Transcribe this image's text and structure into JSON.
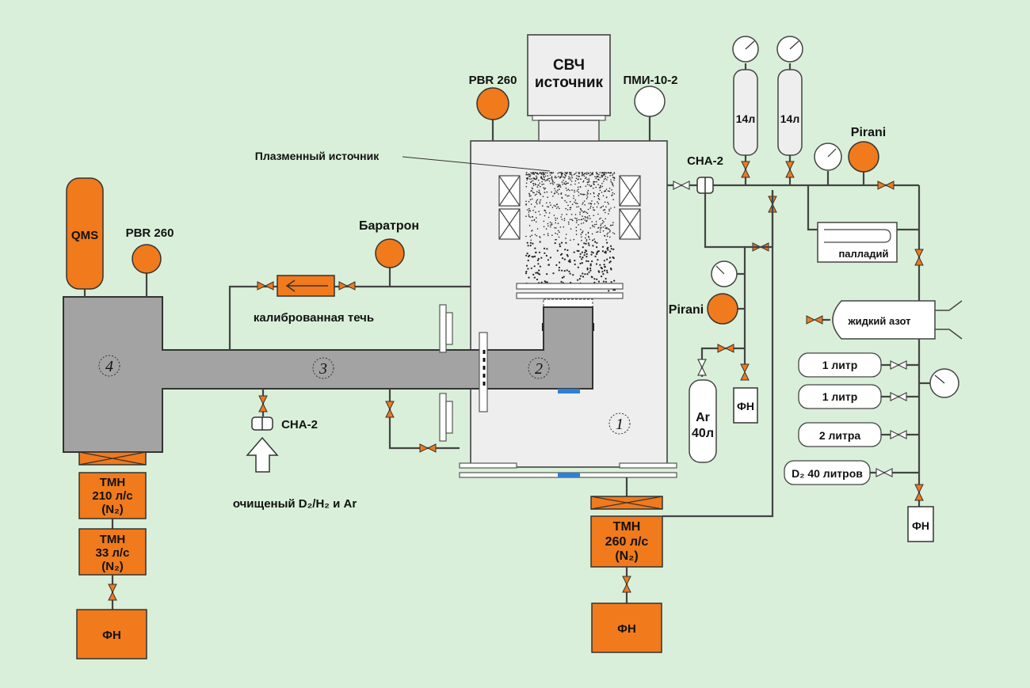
{
  "labels": {
    "svch_line1": "СВЧ",
    "svch_line2": "источник",
    "pbr_top": "PBR 260",
    "pmi": "ПМИ-10-2",
    "plasma": "Плазменный источник",
    "cna_top": "CHA-2",
    "cyl1": "14л",
    "cyl2": "14л",
    "pirani_top": "Pirani",
    "pirani_mid": "Pirani",
    "palladium": "палладий",
    "ln2": "жидкий азот",
    "qms": "QMS",
    "pbr_left": "PBR 260",
    "baratron": "Баратрон",
    "leak": "калиброванная течь",
    "cna_bottom": "CHA-2",
    "purified": "очищеный D₂/H₂ и Ar",
    "ar_line1": "Ar",
    "ar_line2": "40л",
    "fn_mid": "ФН",
    "fn_right": "ФН",
    "fn_left": "ФН",
    "fn_bottom": "ФН",
    "vol1": "1 литр",
    "vol2": "1 литр",
    "vol3": "2 литра",
    "vol4": "D₂ 40 литров",
    "tmn_left1_l1": "ТМН",
    "tmn_left1_l2": "210 л/с",
    "tmn_left1_l3": "(N₂)",
    "tmn_left2_l1": "ТМН",
    "tmn_left2_l2": "33 л/с",
    "tmn_left2_l3": "(N₂)",
    "tmn_mid_l1": "ТМН",
    "tmn_mid_l2": "260 л/с",
    "tmn_mid_l3": "(N₂)",
    "n1": "1",
    "n2": "2",
    "n3": "3",
    "n4": "4"
  },
  "colors": {
    "background": "#d9efd9",
    "orange": "#f07a1c",
    "grey": "#a3a3a3",
    "chamber": "#eeeeee",
    "window": "#2f7fd6"
  }
}
